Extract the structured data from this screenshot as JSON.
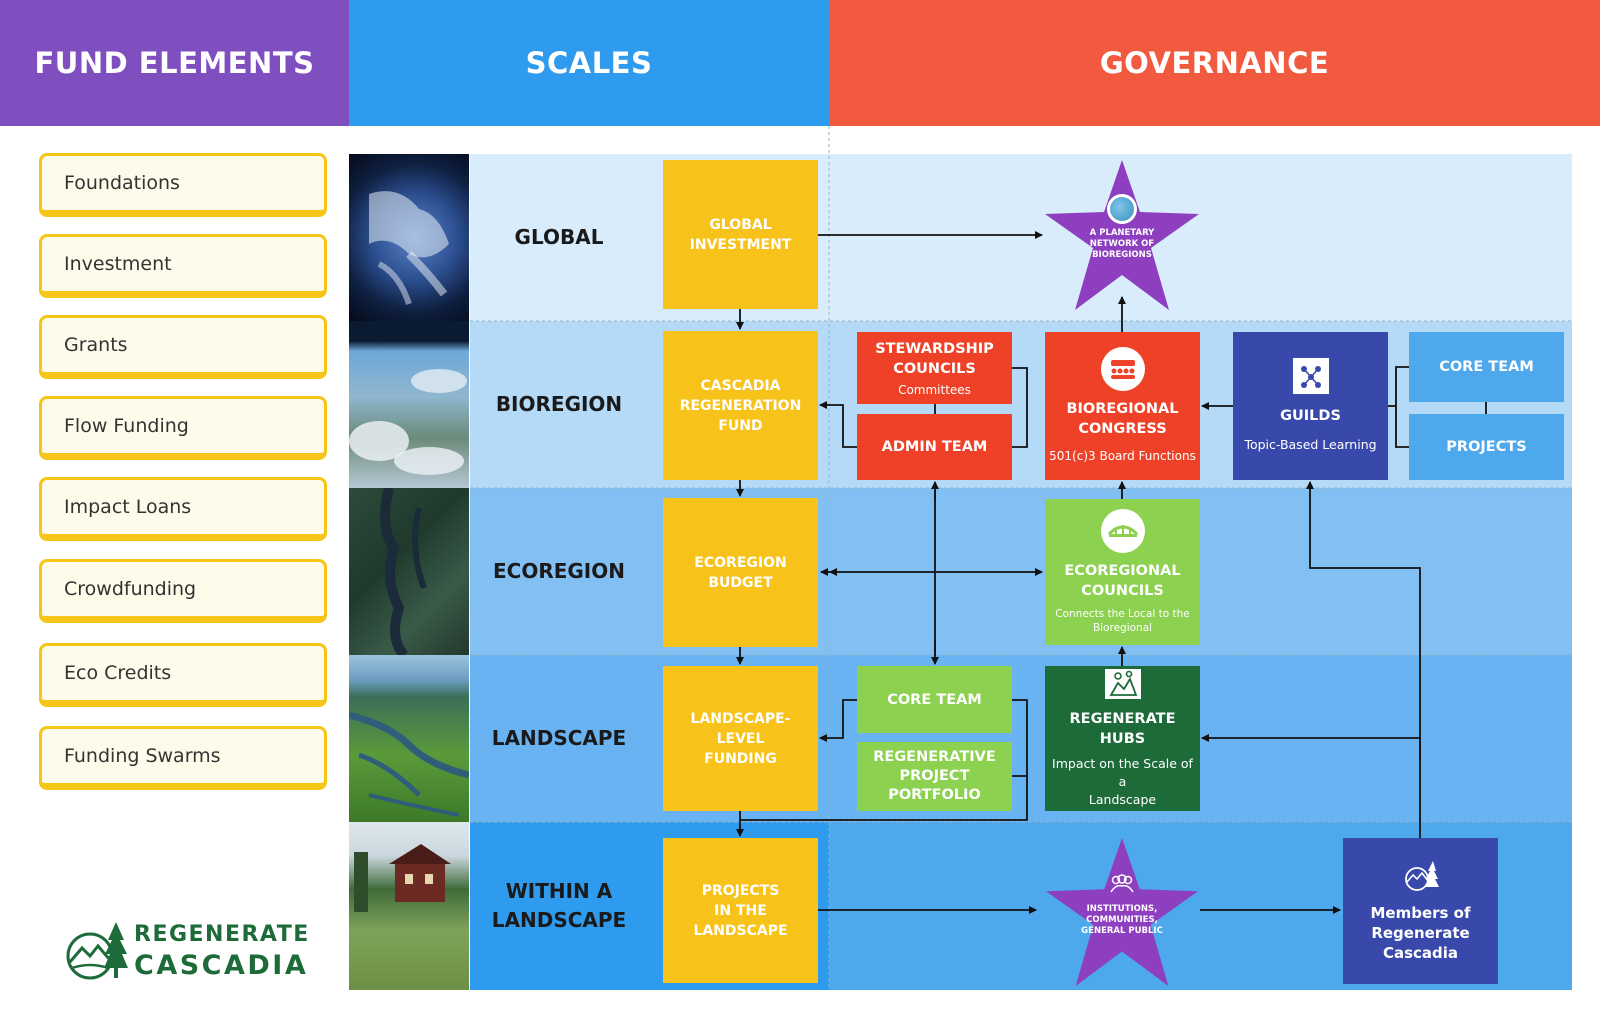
{
  "headers": {
    "fund_elements": "FUND ELEMENTS",
    "scales": "SCALES",
    "governance": "GOVERNANCE"
  },
  "colors": {
    "purple": "#7f4fc0",
    "blue": "#2f9bef",
    "orange": "#f15a3e",
    "yellow": "#f7c21a",
    "red": "#ee4128",
    "light_green": "#8cd14f",
    "dark_green": "#1d6b38",
    "indigo": "#3949ab",
    "sky": "#4ea8ec"
  },
  "fund_elements": [
    "Foundations",
    "Investment",
    "Grants",
    "Flow Funding",
    "Impact Loans",
    "Crowdfunding",
    "Eco Credits",
    "Funding Swarms"
  ],
  "scales": [
    {
      "label": "GLOBAL",
      "fund": "GLOBAL\nINVESTMENT",
      "photo": "earth-from-space"
    },
    {
      "label": "BIOREGION",
      "fund": "CASCADIA\nREGENERATION\nFUND",
      "photo": "earth-limb-clouds"
    },
    {
      "label": "ECOREGION",
      "fund": "ECOREGION\nBUDGET",
      "photo": "puget-sound-satellite"
    },
    {
      "label": "LANDSCAPE",
      "fund": "LANDSCAPE-LEVEL\nFUNDING",
      "photo": "river-delta-aerial"
    },
    {
      "label": "WITHIN A\nLANDSCAPE",
      "fund": "PROJECTS\nIN THE LANDSCAPE",
      "photo": "farmhouse-meadow"
    }
  ],
  "governance": {
    "planetary_star": "A PLANETARY\nNETWORK OF\nBIOREGIONS",
    "stewardship": {
      "title": "STEWARDSHIP\nCOUNCILS",
      "sub": "Committees"
    },
    "admin_team": "ADMIN TEAM",
    "congress": {
      "title": "BIOREGIONAL\nCONGRESS",
      "sub": "501(c)3 Board Functions"
    },
    "guilds": {
      "title": "GUILDS",
      "sub": "Topic-Based Learning"
    },
    "core_team_top": "CORE TEAM",
    "projects": "PROJECTS",
    "eco_councils": {
      "title": "ECOREGIONAL\nCOUNCILS",
      "sub": "Connects the Local to the\nBioregional"
    },
    "core_team_landscape": "CORE TEAM",
    "portfolio": "REGENERATIVE\nPROJECT\nPORTFOLIO",
    "hubs": {
      "title": "REGENERATE HUBS",
      "sub": "Impact on the Scale of a\nLandscape"
    },
    "public_star": "INSTITUTIONS,\nCOMMUNITIES,\nGENERAL PUBLIC",
    "members": "Members of\nRegenerate\nCascadia"
  },
  "logo": {
    "line1": "REGENERATE",
    "line2": "CASCADIA"
  }
}
